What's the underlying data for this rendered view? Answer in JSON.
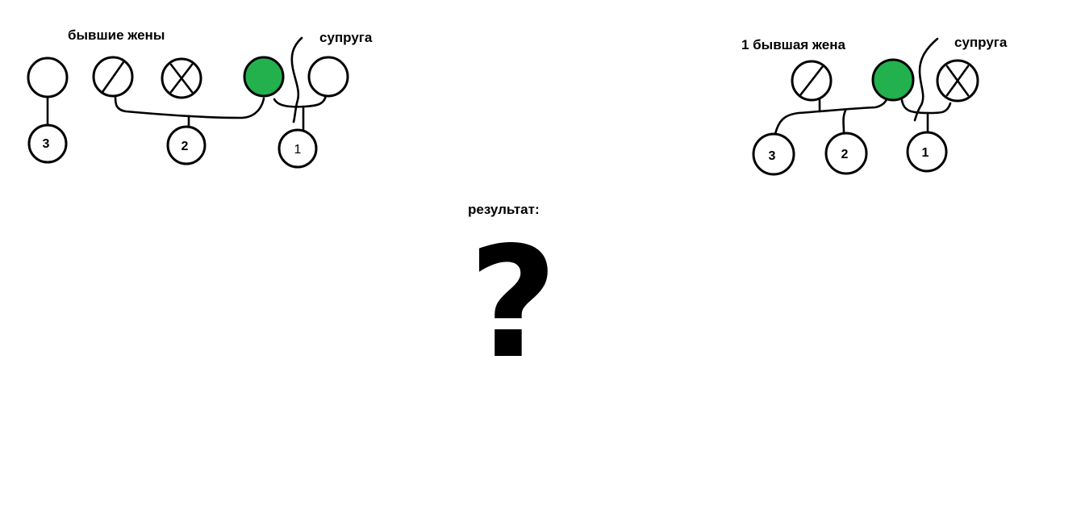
{
  "diagram_left": {
    "label_former_wives": "бывшие жены",
    "label_spouse": "супруга",
    "children": [
      "3",
      "2",
      "1"
    ]
  },
  "diagram_right": {
    "label_former_wife": "1 бывшая жена",
    "label_spouse": "супруга",
    "children": [
      "3",
      "2",
      "1"
    ]
  },
  "result": {
    "label": "результат:",
    "symbol": "?"
  },
  "colors": {
    "self_fill": "#22b14c",
    "stroke": "#000000"
  }
}
